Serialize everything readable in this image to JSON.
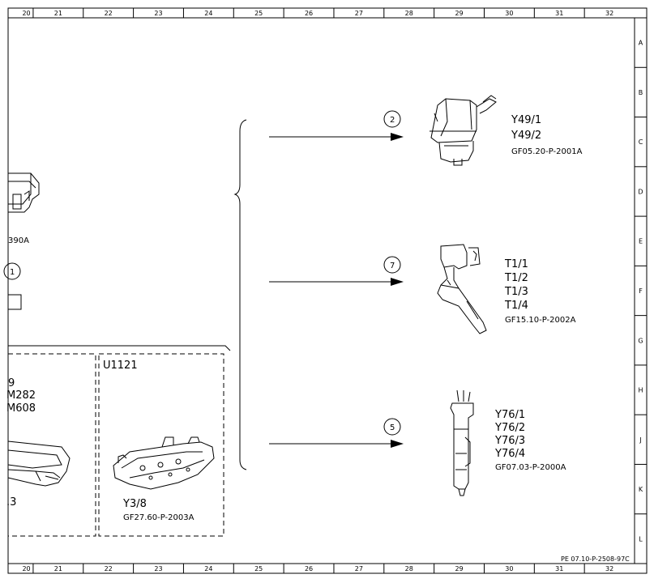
{
  "frame": {
    "columns": [
      "20",
      "21",
      "22",
      "23",
      "24",
      "25",
      "26",
      "27",
      "28",
      "29",
      "30",
      "31",
      "32"
    ],
    "rows": [
      "A",
      "B",
      "C",
      "D",
      "E",
      "F",
      "G",
      "H",
      "J",
      "K",
      "L"
    ],
    "doc_code": "PE 07.10-P-2508-97C"
  },
  "left_partial": {
    "code_fragment": "390A",
    "callout_num": "1",
    "box_a_lines": [
      "9",
      "M282",
      "M608"
    ],
    "box_a_bottom": ".3",
    "box_b_title": "U1121",
    "box_b_ref": "Y3/8",
    "box_b_code": "GF27.60-P-2003A"
  },
  "groups": [
    {
      "callout": "2",
      "refs": [
        "Y49/1",
        "Y49/2"
      ],
      "code": "GF05.20-P-2001A",
      "icon": "camshaft-solenoid-icon"
    },
    {
      "callout": "7",
      "refs": [
        "T1/1",
        "T1/2",
        "T1/3",
        "T1/4"
      ],
      "code": "GF15.10-P-2002A",
      "icon": "ignition-coil-icon"
    },
    {
      "callout": "5",
      "refs": [
        "Y76/1",
        "Y76/2",
        "Y76/3",
        "Y76/4"
      ],
      "code": "GF07.03-P-2000A",
      "icon": "fuel-injector-icon"
    }
  ],
  "colors": {
    "line": "#000000",
    "background": "#ffffff"
  }
}
